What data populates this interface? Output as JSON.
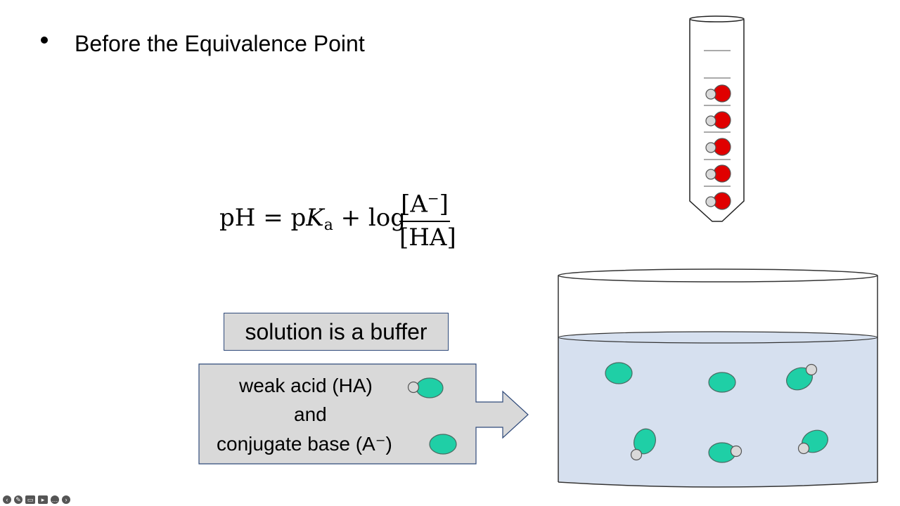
{
  "slide": {
    "bullet": "Before the Equivalence Point"
  },
  "equation": {
    "lhs": "pH = p",
    "ka_k": "K",
    "ka_sub": "a",
    "plus_log": " + log",
    "numerator_prefix": "[A",
    "numerator_sup": "−",
    "numerator_suffix": "]",
    "denominator": "[HA]"
  },
  "buffer_label": "solution is a buffer",
  "mixture": {
    "line1": "weak acid (HA)",
    "line2": "and",
    "line3": "conjugate base (A⁻)"
  },
  "colors": {
    "weak_acid_body": "#1fcfa6",
    "hydrogen": "#d9d9d9",
    "oxygen": "#e00000",
    "solution": "#d6e0ef",
    "box_fill": "#d9d9d9",
    "box_border": "#2f4a7a"
  },
  "player_controls": [
    "prev-icon",
    "pen-icon",
    "captions-icon",
    "video-icon",
    "more-icon",
    "next-icon"
  ]
}
